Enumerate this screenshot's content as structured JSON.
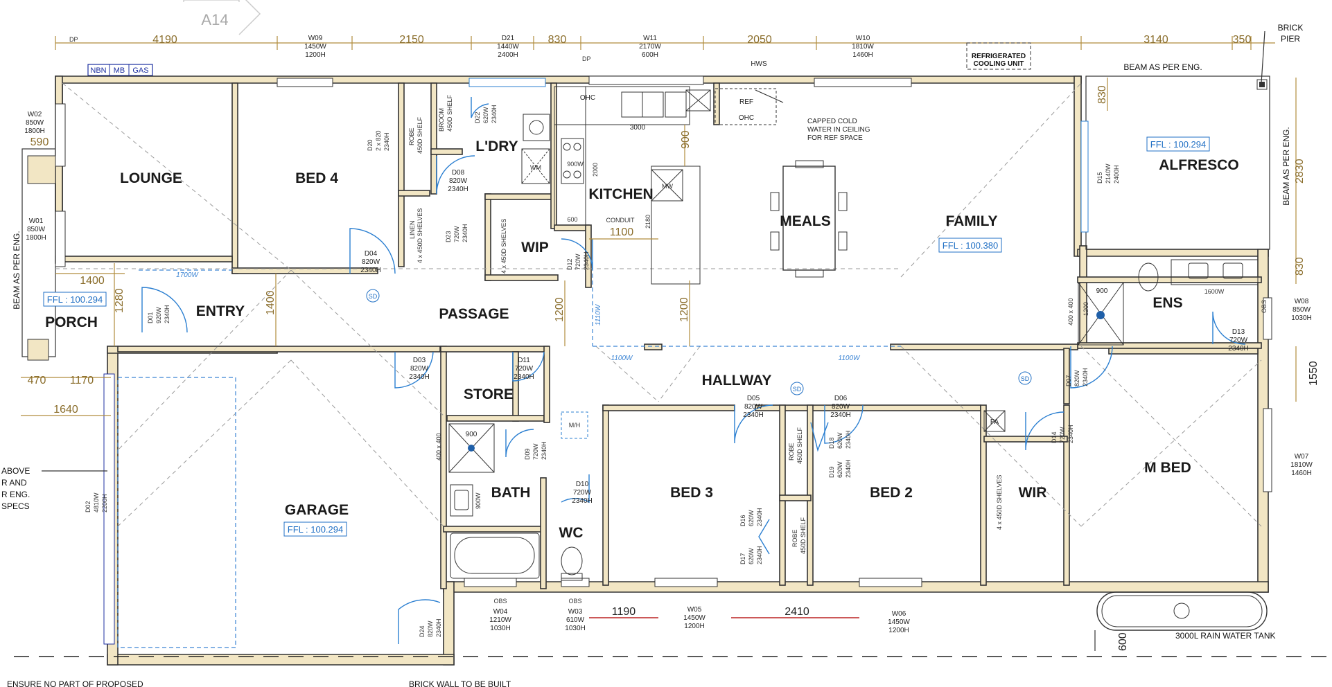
{
  "rooms": {
    "lounge": "LOUNGE",
    "bed4": "BED 4",
    "ldry": "L'DRY",
    "kitchen": "KITCHEN",
    "meals": "MEALS",
    "family": "FAMILY",
    "alfresco": "ALFRESCO",
    "wip": "WIP",
    "entry": "ENTRY",
    "passage": "PASSAGE",
    "porch": "PORCH",
    "ens": "ENS",
    "store": "STORE",
    "hallway": "HALLWAY",
    "bath": "BATH",
    "wc": "WC",
    "bed3": "BED 3",
    "bed2": "BED 2",
    "wir": "WIR",
    "mbed": "M BED",
    "garage": "GARAGE"
  },
  "ffl": {
    "family": "FFL : 100.380",
    "alfresco": "FFL : 100.294",
    "porch": "FFL : 100.294",
    "garage": "FFL : 100.294"
  },
  "top_dims": [
    "4190",
    "2150",
    "830",
    "2050",
    "3140",
    "350"
  ],
  "bottom_dims": [
    "1190",
    "2410"
  ],
  "left_dims": [
    "590",
    "1400",
    "1280",
    "470",
    "1170",
    "1640"
  ],
  "inner_dims": {
    "kitchen_900": "900",
    "kitchen_1100": "1100",
    "passage_1400": "1400",
    "passage_1200a": "1200",
    "passage_1200b": "1200",
    "alfresco_830a": "830",
    "alfresco_2830": "2830",
    "alfresco_830b": "830",
    "right_1550": "1550",
    "tank_600": "600"
  },
  "windows": {
    "w09": [
      "W09",
      "1450W",
      "1200H"
    ],
    "d21": [
      "D21",
      "1440W",
      "2400H"
    ],
    "w11": [
      "W11",
      "2170W",
      "600H"
    ],
    "w10": [
      "W10",
      "1810W",
      "1460H"
    ],
    "w02": [
      "W02",
      "850W",
      "1800H"
    ],
    "w01": [
      "W01",
      "850W",
      "1800H"
    ],
    "w08": [
      "W08",
      "850W",
      "1030H"
    ],
    "w07": [
      "W07",
      "1810W",
      "1460H"
    ],
    "w04": [
      "W04",
      "1210W",
      "1030H"
    ],
    "w03": [
      "W03",
      "610W",
      "1030H"
    ],
    "w05": [
      "W05",
      "1450W",
      "1200H"
    ],
    "w06": [
      "W06",
      "1450W",
      "1200H"
    ]
  },
  "doors": {
    "d04": [
      "D04",
      "820W",
      "2340H"
    ],
    "d01": [
      "D01",
      "920W",
      "2340H"
    ],
    "d03": [
      "D03",
      "820W",
      "2340H"
    ],
    "d11": [
      "D11",
      "720W",
      "2340H"
    ],
    "d05": [
      "D05",
      "820W",
      "2340H"
    ],
    "d06": [
      "D06",
      "820W",
      "2340H"
    ],
    "d07": [
      "D07",
      "820W",
      "2340H"
    ],
    "d13": [
      "D13",
      "720W",
      "2340H"
    ],
    "d14": [
      "D14",
      "720W",
      "2340H"
    ],
    "d09": [
      "D09",
      "720W",
      "2340H"
    ],
    "d10": [
      "D10",
      "720W",
      "2340H"
    ],
    "d24": [
      "D24",
      "820W",
      "2340H"
    ],
    "d08": [
      "D08",
      "820W",
      "2340H"
    ],
    "d12": [
      "D12",
      "720W",
      "2340H"
    ]
  },
  "labels": {
    "a14": "A14",
    "brick_pier_1": "BRICK",
    "brick_pier_2": "PIER",
    "beam_top": "BEAM AS PER ENG.",
    "beam_right": "BEAM AS PER ENG.",
    "beam_left": "BEAM AS PER ENG.",
    "refrig_1": "REFRIGERATED",
    "refrig_2": "COOLING UNIT",
    "nbn": "NBN",
    "mb": "MB",
    "gas": "GAS",
    "dp": "DP",
    "hws": "HWS",
    "ohc": "OHC",
    "ref": "REF",
    "capped_1": "CAPPED COLD",
    "capped_2": "WATER IN CEILING",
    "capped_3": "FOR REF SPACE",
    "k3000": "3000",
    "k900w": "900W",
    "k600": "600",
    "k2000": "2000",
    "conduit": "CONDUIT",
    "k2180": "2180",
    "wm": "WM",
    "mw": "MW",
    "mh": "M/H",
    "sd": "SD",
    "ens900": "900",
    "ens1200": "1200",
    "ens400": "400 x 400",
    "ens1600w": "1600W",
    "bath900": "900",
    "bath400": "400 x 400",
    "bath900w": "900W",
    "fa": "FA",
    "obs": "OBS",
    "w1700": "1700W",
    "w1110": "1110W",
    "w1100a": "1100W",
    "w1100b": "1100W",
    "tank": "3000L RAIN WATER TANK",
    "linen": "LINEN",
    "linen_shelves": "4 x 450D SHELVES",
    "robe": "ROBE",
    "robe_shelf": "450D SHELF",
    "broom": "BROOM",
    "broom_shelf": "450D SHELF",
    "wip_shelves": "4 x 450D SHELVES",
    "wir_shelves": "4 x 450D SHELVES",
    "d02": "D02",
    "d02w": "4810W",
    "d02h": "2200H",
    "d15": "D15",
    "d15w": "2140W",
    "d15h": "2400H",
    "d16": "D16",
    "d16w": "620W",
    "d16h": "2340H",
    "d17": "D17",
    "d17w": "620W",
    "d17h": "2340H",
    "d18": "D18",
    "d18w": "620W",
    "d18h": "2340H",
    "d19": "D19",
    "d19w": "620W",
    "d19h": "2340H",
    "d20": "D20",
    "d20w": "2 x 820",
    "d20h": "2340H",
    "d22": "D22",
    "d22w": "620W",
    "d22h": "2340H",
    "d23": "D23",
    "d23w": "720W",
    "d23h": "2340H",
    "above_1": "ABOVE",
    "above_2": "R AND",
    "above_3": "R ENG.",
    "above_4": "SPECS",
    "ensure": "ENSURE NO PART OF PROPOSED",
    "brickwall": "BRICK WALL TO BE BUILT"
  }
}
